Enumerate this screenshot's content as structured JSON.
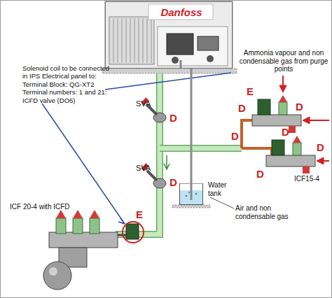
{
  "diagram": {
    "nodes": [
      {
        "text": [
          "Danfoss"
        ]
      },
      {
        "text": [
          "Water tank"
        ]
      }
    ],
    "edges": [
      {
        "from": 0,
        "to": 1,
        "arrow": "none"
      }
    ],
    "labels": [
      "SVA",
      "SVA",
      "D",
      "D",
      "D",
      "D",
      "D",
      "D",
      "D",
      "D",
      "E",
      "E",
      "Solenoid coil to be connected in IPS Electrical panel to: Terminal Block: QG-XT2 Terminal numbers: 1 and 21: ICFD valve (DO6)",
      "Ammonia vapour and non condensable gas from purge points",
      "ICF15-4",
      "Air and non condensable gas",
      "ICF 20-4 with ICFD"
    ]
  }
}
